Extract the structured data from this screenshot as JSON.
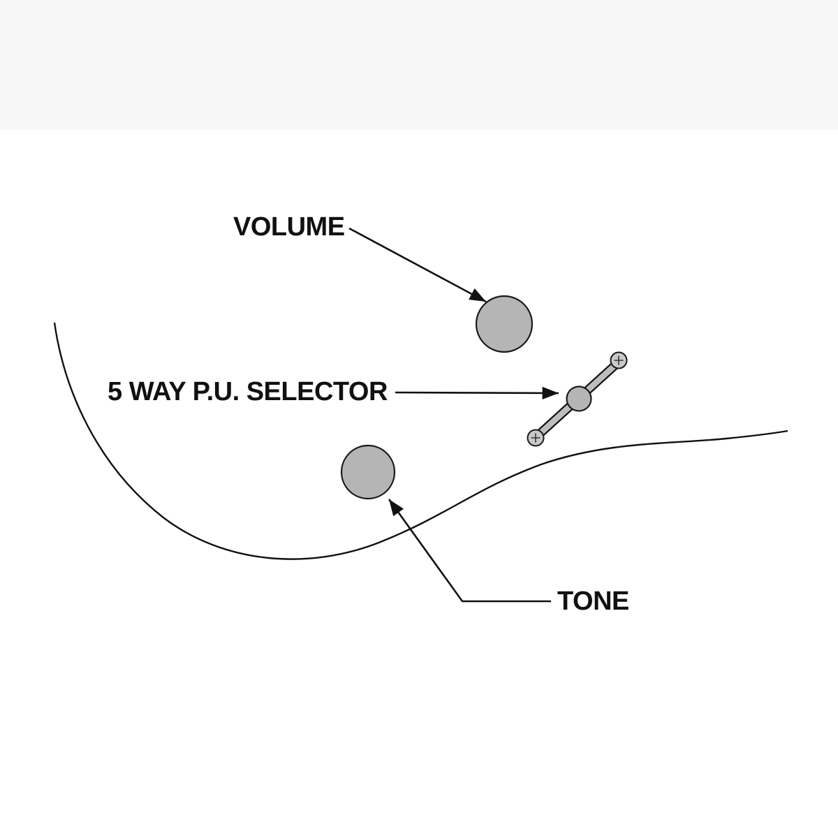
{
  "page": {
    "top_band_color": "#f7f7f7",
    "background": "#ffffff"
  },
  "labels": {
    "volume": "VOLUME",
    "selector": "5 WAY P.U. SELECTOR",
    "tone": "TONE"
  },
  "colors": {
    "knob_fill": "#b5b5b5",
    "selector_bar_fill": "#bdbdbd",
    "screw_fill": "#c9c9c9",
    "line": "#111111"
  }
}
